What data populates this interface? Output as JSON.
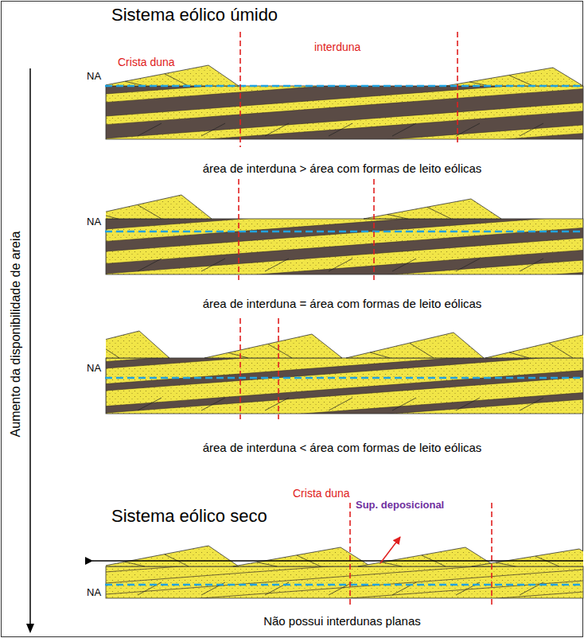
{
  "diagram": {
    "labels": [
      "Sistema eólico úmido",
      "Crista duna",
      "interduna",
      "NA",
      "área de interduna > área com formas de leito eólicas",
      "NA",
      "área de interduna = área com formas de leito eólicas",
      "NA",
      "área de interduna < área com formas de leito eólicas",
      "Aumento da disponibilidade de areia",
      "Crista duna",
      "Sistema eólico seco",
      "Sup. deposicional",
      "NA",
      "Não possui interdunas planas"
    ]
  }
}
